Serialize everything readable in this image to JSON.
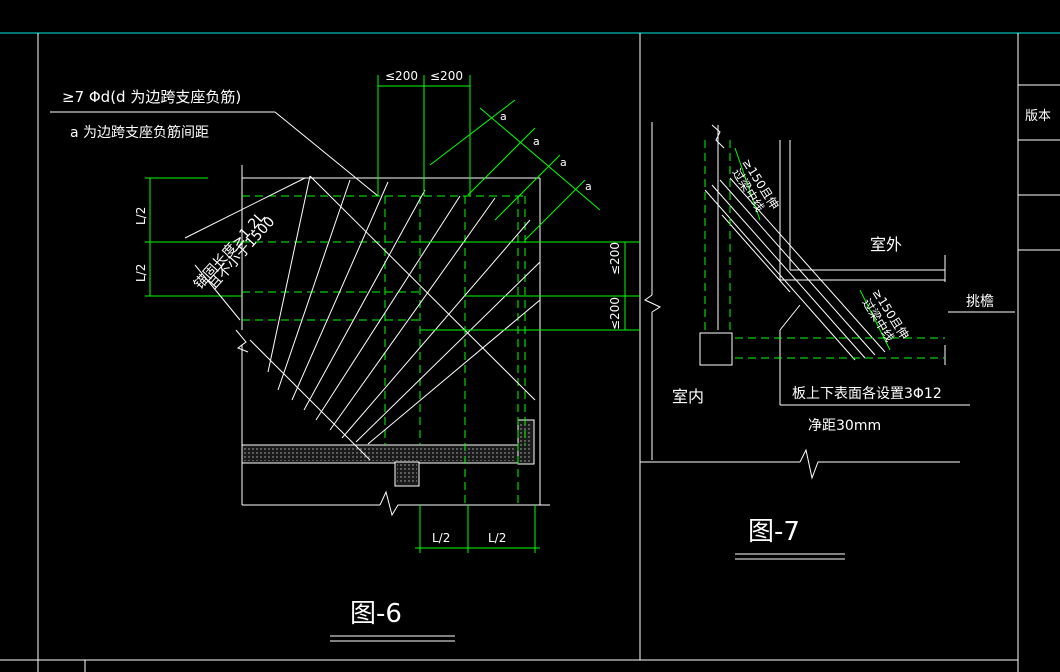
{
  "colors": {
    "background": "#000000",
    "line": "#ffffff",
    "dimension": "#00ff00",
    "border": "#00e5e5",
    "dash": "#00ff00",
    "hatch": "#cccccc"
  },
  "title_block": {
    "version_label": "版本"
  },
  "fig6": {
    "caption": "图-6",
    "note_line1": "≥7 Φd(d 为边跨支座负筋)",
    "note_line2": "a 为边跨支座负筋间距",
    "anchor_note1": "锚固长度≥1.2L",
    "anchor_note2": "且不小于1500",
    "dim_top_1": "≤200",
    "dim_top_2": "≤200",
    "dim_left_1": "L/2",
    "dim_left_2": "L/2",
    "dim_right_1": "≤200",
    "dim_right_2": "≤200",
    "dim_bottom_1": "L/2",
    "dim_bottom_2": "L/2",
    "spacing_a": "a"
  },
  "fig7": {
    "caption": "图-7",
    "label_outdoor": "室外",
    "label_indoor": "室内",
    "label_eave": "挑檐",
    "dim_note_top": "≥150且伸",
    "dim_note_top2": "过梁中线",
    "dim_note_mid": "≥150且伸",
    "dim_note_mid2": "过梁中线",
    "rebar_note": "板上下表面各设置3Φ12",
    "spacing_note": "净距30mm"
  }
}
